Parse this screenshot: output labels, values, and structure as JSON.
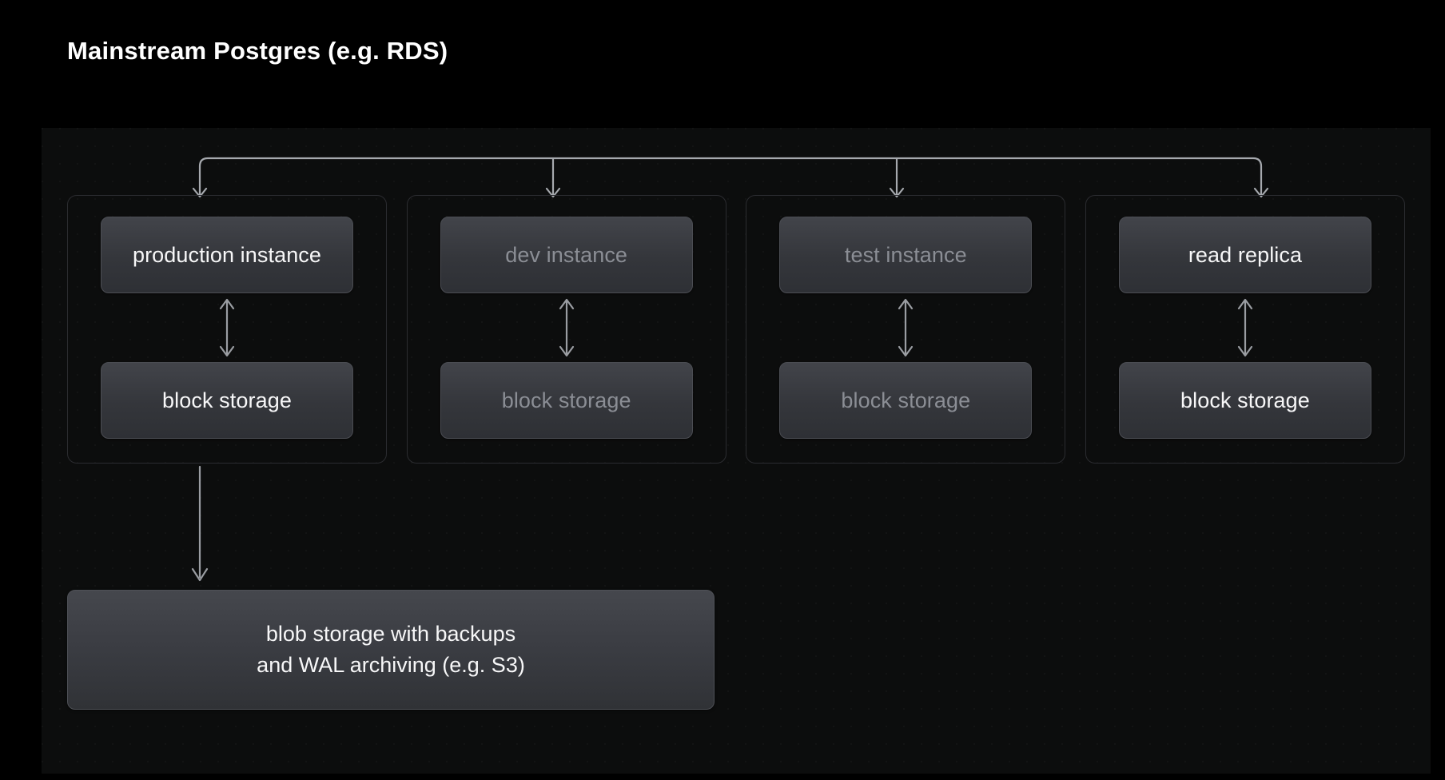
{
  "page": {
    "title": "Mainstream Postgres (e.g. RDS)",
    "background_color": "#000000",
    "panel_color": "#0c0d0d"
  },
  "colors": {
    "text_bright": "#f7f7f8",
    "text_dim": "#8b8e95",
    "connector": "#a6a9ae",
    "card_fill": "#3a3c42",
    "group_border": "#2b2c30"
  },
  "diagram": {
    "type": "architecture-tree",
    "root_bus_label": "",
    "columns": [
      {
        "id": "production",
        "state": "bright",
        "instance": {
          "label": "production instance",
          "state": "bright"
        },
        "storage": {
          "label": "block storage",
          "state": "bright"
        },
        "link": "bidirectional"
      },
      {
        "id": "dev",
        "state": "dim",
        "instance": {
          "label": "dev instance",
          "state": "dim"
        },
        "storage": {
          "label": "block storage",
          "state": "dim"
        },
        "link": "bidirectional"
      },
      {
        "id": "test",
        "state": "dim",
        "instance": {
          "label": "test instance",
          "state": "dim"
        },
        "storage": {
          "label": "block storage",
          "state": "dim"
        },
        "link": "bidirectional"
      },
      {
        "id": "read-replica",
        "state": "bright",
        "instance": {
          "label": "read replica",
          "state": "bright"
        },
        "storage": {
          "label": "block storage",
          "state": "bright"
        },
        "link": "bidirectional"
      }
    ],
    "blob_storage": {
      "state": "bright",
      "line1": "blob storage with backups",
      "line2": "and WAL archiving (e.g. S3)",
      "source_column": "production"
    }
  }
}
